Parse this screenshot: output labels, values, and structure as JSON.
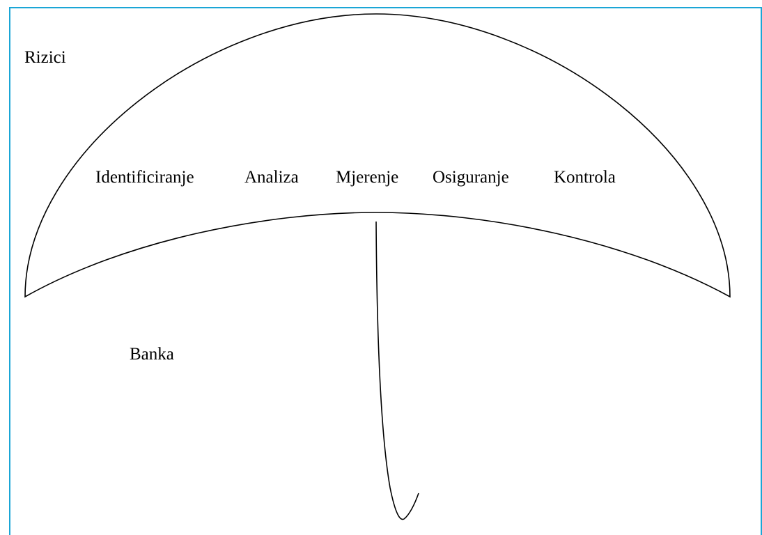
{
  "diagram": {
    "top_label": "Rizici",
    "bottom_label": "Banka",
    "canopy_items": [
      {
        "label": "Identificiranje"
      },
      {
        "label": "Analiza"
      },
      {
        "label": "Mjerenje"
      },
      {
        "label": "Osiguranje"
      },
      {
        "label": "Kontrola"
      }
    ],
    "colors": {
      "frame": "#1aa6d6",
      "stroke": "#000000",
      "background": "#ffffff"
    }
  }
}
